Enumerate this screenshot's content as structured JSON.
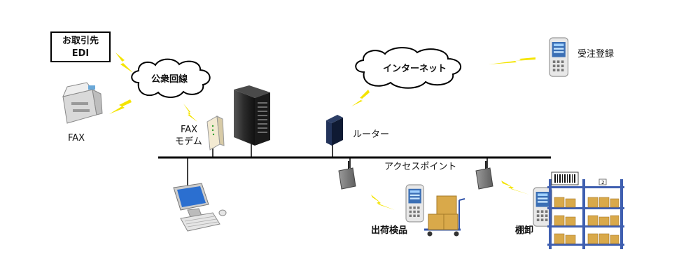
{
  "nodes": {
    "edi_line1": "お取引先",
    "edi_line2": "EDI",
    "fax": "FAX",
    "public_line": "公衆回線",
    "fax_modem_line1": "FAX",
    "fax_modem_line2": "モデム",
    "internet": "インターネット",
    "router": "ルーター",
    "order_entry": "受注登録",
    "access_point": "アクセスポイント",
    "shipping_inspection": "出荷検品",
    "inventory": "棚卸"
  },
  "colors": {
    "lightning": "#f4e400",
    "line": "#000000",
    "server": "#2b2b2b",
    "box": "#d9a94a",
    "shelf": "#3f5fb0"
  },
  "icons": [
    "lightning-icon",
    "cloud-icon",
    "printer-fax-icon",
    "fax-modem-icon",
    "server-icon",
    "router-icon",
    "handheld-terminal-icon",
    "access-point-icon",
    "desktop-pc-icon",
    "cart-boxes-icon",
    "warehouse-shelf-icon",
    "barcode-icon"
  ]
}
